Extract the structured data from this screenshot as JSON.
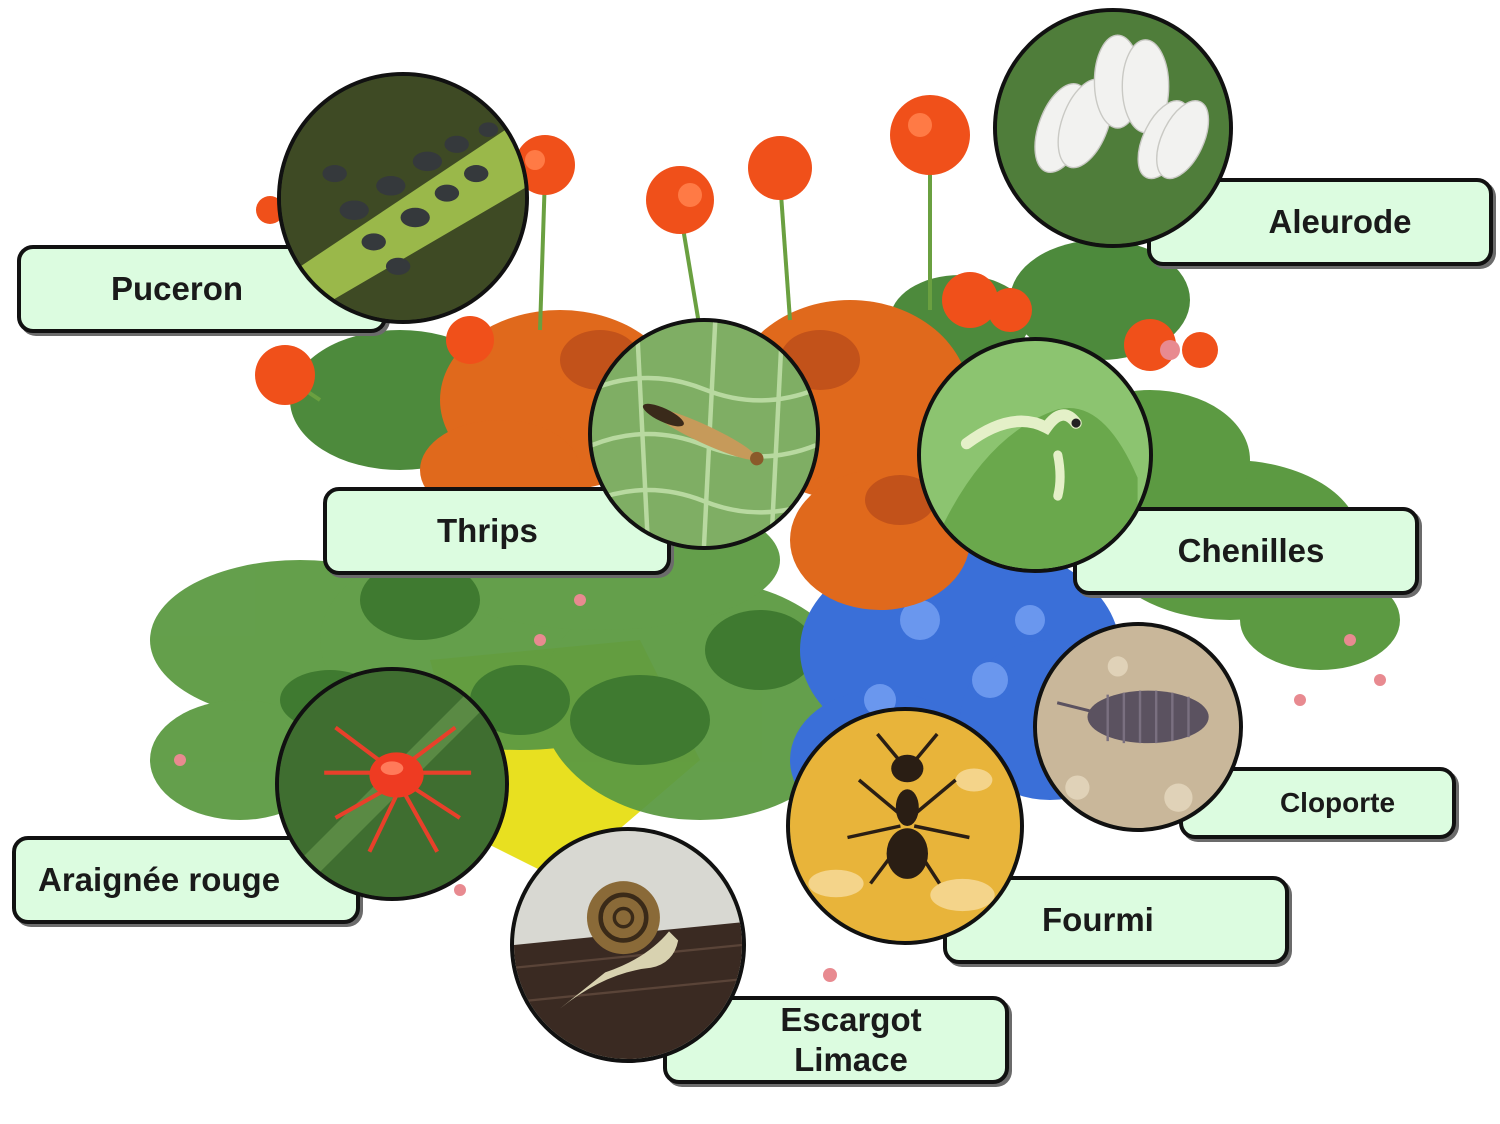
{
  "pests": [
    {
      "id": "puceron",
      "label": "Puceron"
    },
    {
      "id": "aleurode",
      "label": "Aleurode"
    },
    {
      "id": "thrips",
      "label": "Thrips"
    },
    {
      "id": "chenilles",
      "label": "Chenilles"
    },
    {
      "id": "cloporte",
      "label": "Cloporte"
    },
    {
      "id": "araignee",
      "label": "Araignée rouge"
    },
    {
      "id": "fourmi",
      "label": "Fourmi"
    },
    {
      "id": "escargot",
      "label_line1": "Escargot",
      "label_line2": "Limace"
    }
  ],
  "colors": {
    "label_fill": "#dcfce0",
    "border": "#111111",
    "geranium": "#f0501a",
    "coleus": "#e0691c",
    "lobelia": "#3a6fd8",
    "foliage": "#4f8a3a",
    "pot": "#e8e020"
  },
  "icons": [
    "aphid-photo",
    "whitefly-photo",
    "thrips-photo",
    "caterpillar-photo",
    "woodlouse-photo",
    "spider-mite-photo",
    "ant-photo",
    "snail-photo",
    "flower-basket-illustration"
  ]
}
